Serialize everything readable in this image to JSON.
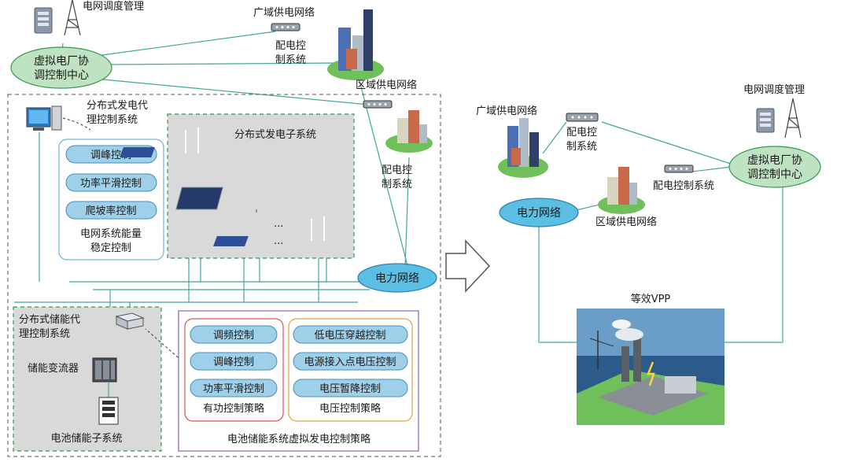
{
  "left": {
    "grid_dispatch": "电网调度管理",
    "vpp_center_l1": "虚拟电厂协",
    "vpp_center_l2": "调控制中心",
    "wide_grid": "广域供电网络",
    "dist_ctrl_top_l1": "配电控",
    "dist_ctrl_top_l2": "制系统",
    "regional_grid": "区域供电网络",
    "dist_agent_l1": "分布式发电代",
    "dist_agent_l2": "理控制系统",
    "dg_subsystem": "分布式发电子系统",
    "dist_ctrl_right_l1": "配电控",
    "dist_ctrl_right_l2": "制系统",
    "stability_controls": [
      "调峰控制",
      "功率平滑控制",
      "爬坡率控制"
    ],
    "stability_l1": "电网系统能量",
    "stability_l2": "稳定控制",
    "ellipsis_1": "···",
    "ellipsis_2": "···",
    "power_grid": "电力网络",
    "storage_agent_l1": "分布式储能代",
    "storage_agent_l2": "理控制系统",
    "converter": "储能变流器",
    "battery_subsystem": "电池储能子系统",
    "active_controls": [
      "调频控制",
      "调峰控制",
      "功率平滑控制"
    ],
    "active_strategy": "有功控制策略",
    "voltage_controls": [
      "低电压穿越控制",
      "电源接入点电压控制",
      "电压暂降控制"
    ],
    "voltage_strategy": "电压控制策略",
    "battery_strategy": "电池储能系统虚拟发电控制策略"
  },
  "right": {
    "wide_grid": "广域供电网络",
    "dist_ctrl_l1": "配电控",
    "dist_ctrl_l2": "制系统",
    "grid_dispatch": "电网调度管理",
    "vpp_center_l1": "虚拟电厂协",
    "vpp_center_l2": "调控制中心",
    "dist_ctrl_inline": "配电控制系统",
    "regional_grid": "区域供电网络",
    "power_grid": "电力网络",
    "equivalent_vpp": "等效VPP"
  },
  "colors": {
    "green_ellipse": "#bfe3c2",
    "blue_ellipse": "#5bbfe4",
    "control_pill": "#9fd0ea",
    "line_teal": "#3fa89a",
    "box_gray": "#d9d9d9",
    "dash_green": "#2f9a52",
    "border_red": "#d9534f",
    "border_orange": "#e6a23c",
    "border_purple": "#8b62b0",
    "border_blue": "#6fb3d9"
  },
  "icons": {
    "server": "server-icon",
    "tower": "radio-tower-icon",
    "router": "router-icon",
    "city": "city-buildings-icon",
    "computer": "computer-icon",
    "wind_solar": "wind-solar-icon",
    "solar_panel": "solar-panel-icon",
    "converter": "converter-cabinet-icon",
    "battery": "battery-stack-icon",
    "arrow": "right-arrow-icon",
    "power_plant": "power-plant-icon"
  }
}
